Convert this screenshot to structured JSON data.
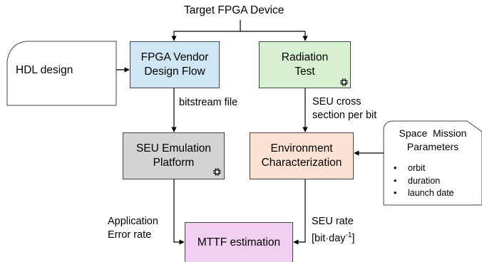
{
  "title": "Target FPGA Device",
  "nodes": {
    "hdl": "HDL design",
    "vendor_flow": [
      "FPGA Vendor",
      "Design Flow"
    ],
    "radiation_test": [
      "Radiation",
      "Test"
    ],
    "emulation": [
      "SEU Emulation",
      "Platform"
    ],
    "environment": [
      "Environment",
      "Characterization"
    ],
    "mttf": "MTTF estimation",
    "mission": {
      "title": [
        "Space  Mission",
        "Parameters"
      ],
      "items": [
        "orbit",
        "duration",
        "launch date"
      ]
    }
  },
  "edge_labels": {
    "bitstream": "bitstream file",
    "seu_cross": [
      "SEU cross",
      "section per bit"
    ],
    "app_error": [
      "Application",
      "Error rate"
    ],
    "seu_rate": {
      "line1": "SEU rate",
      "line2_prefix": "[bit·day",
      "line2_sup": "-1",
      "line2_suffix": "]"
    }
  },
  "colors": {
    "vendor_flow": "#cfe6f5",
    "radiation_test": "#d7f0cf",
    "emulation": "#d3d3d3",
    "environment": "#fbe2d2",
    "mttf": "#f1cff0"
  },
  "icons": [
    "chip-icon"
  ]
}
